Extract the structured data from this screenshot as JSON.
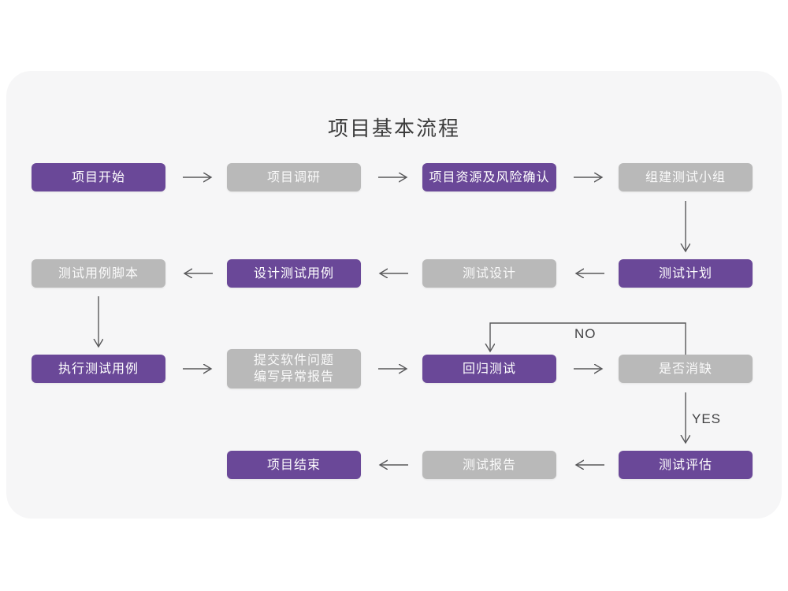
{
  "title": "项目基本流程",
  "colors": {
    "node_purple": "#6a4898",
    "node_gray": "#b9b9b9",
    "card_background": "#f6f6f7",
    "arrow": "#58585a",
    "title_text": "#3c3c3c"
  },
  "edge_labels": {
    "no": "NO",
    "yes": "YES"
  },
  "nodes": [
    {
      "id": "project-start",
      "label": "项目开始",
      "variant": "purple"
    },
    {
      "id": "project-research",
      "label": "项目调研",
      "variant": "gray"
    },
    {
      "id": "project-resources-risk",
      "label": "项目资源及风险确认",
      "variant": "purple"
    },
    {
      "id": "build-test-team",
      "label": "组建测试小组",
      "variant": "gray"
    },
    {
      "id": "test-plan",
      "label": "测试计划",
      "variant": "purple"
    },
    {
      "id": "test-design",
      "label": "测试设计",
      "variant": "gray"
    },
    {
      "id": "design-test-cases",
      "label": "设计测试用例",
      "variant": "purple"
    },
    {
      "id": "test-case-script",
      "label": "测试用例脚本",
      "variant": "gray"
    },
    {
      "id": "execute-test-cases",
      "label": "执行测试用例",
      "variant": "purple"
    },
    {
      "id": "submit-issue-report",
      "label": "提交软件问题\n编写异常报告",
      "variant": "gray"
    },
    {
      "id": "regression-test",
      "label": "回归测试",
      "variant": "purple"
    },
    {
      "id": "defect-cleared",
      "label": "是否消缺",
      "variant": "gray"
    },
    {
      "id": "test-evaluation",
      "label": "测试评估",
      "variant": "purple"
    },
    {
      "id": "test-report",
      "label": "测试报告",
      "variant": "gray"
    },
    {
      "id": "project-end",
      "label": "项目结束",
      "variant": "purple"
    }
  ]
}
